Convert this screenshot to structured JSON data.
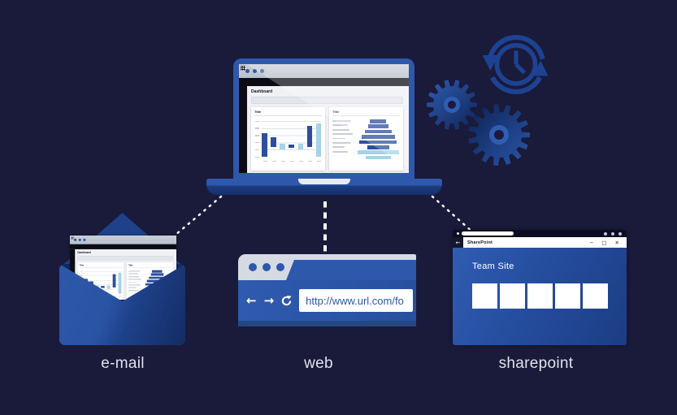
{
  "palette": {
    "background": "#1a1a3b",
    "primary_blue": "#2e58ac",
    "dark_blue": "#1d4189",
    "navy": "#152f68",
    "icon_blue": "#1d4292",
    "label_text": "#e2e3ea"
  },
  "dashboard": {
    "app_title": "Dashboard",
    "search_value": ""
  },
  "chart_data": [
    {
      "type": "bar",
      "variant": "waterfall",
      "title": "Title",
      "bars": [
        {
          "color": "dark",
          "top": 34,
          "height": 66
        },
        {
          "color": "dark",
          "top": 45,
          "height": 28
        },
        {
          "color": "light",
          "top": 63,
          "height": 17
        },
        {
          "color": "dark",
          "top": 67,
          "height": 8
        },
        {
          "color": "light",
          "top": 63,
          "height": 17
        },
        {
          "color": "dark",
          "top": 14,
          "height": 58
        },
        {
          "color": "light",
          "top": 8,
          "height": 92
        }
      ],
      "colors": {
        "dark": "#2b4f9e",
        "light": "#a6d3e8"
      },
      "y_ticks": 6,
      "x_ticks": 7,
      "grid": true
    },
    {
      "type": "bar",
      "variant": "centered-funnel",
      "title": "Title",
      "bar_widths_pct": [
        37,
        48,
        63,
        76,
        86,
        51,
        96,
        59
      ],
      "bar_colors": [
        "dark",
        "dark",
        "dark",
        "dark",
        "dark",
        "dark",
        "light",
        "light"
      ],
      "colors": {
        "dark": "#2b4f9e",
        "light": "#a6d3e8"
      },
      "legend_line_widths_pct": [
        88,
        70,
        80,
        95,
        60,
        85,
        55,
        72
      ]
    }
  ],
  "nodes": {
    "email": {
      "label": "e-mail"
    },
    "web": {
      "label": "web",
      "url": "http://www.url.com/fo",
      "back_icon": "←",
      "forward_icon": "→"
    },
    "sharepoint": {
      "label": "sharepoint",
      "window_title": "SharePoint",
      "back_icon": "←",
      "site_title": "Team Site",
      "tile_count": 5,
      "window_controls": [
        "−",
        "□",
        "✕"
      ]
    }
  }
}
